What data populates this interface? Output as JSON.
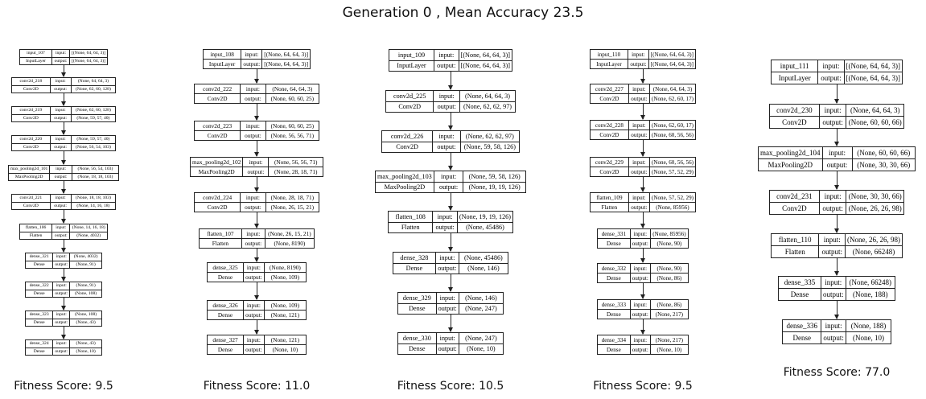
{
  "title": "Generation 0 , Mean Accuracy 23.5",
  "panels": [
    {
      "fitness": "Fitness Score: 9.5",
      "nodes": [
        {
          "name": "input_107",
          "type": "InputLayer",
          "input": "[(None, 64, 64, 3)]",
          "output": "[(None, 64, 64, 3)]"
        },
        {
          "name": "conv2d_218",
          "type": "Conv2D",
          "input": "(None, 64, 64, 3)",
          "output": "(None, 62, 60, 128)"
        },
        {
          "name": "conv2d_219",
          "type": "Conv2D",
          "input": "(None, 62, 60, 128)",
          "output": "(None, 59, 57, 40)"
        },
        {
          "name": "conv2d_220",
          "type": "Conv2D",
          "input": "(None, 59, 57, 40)",
          "output": "(None, 56, 54, 103)"
        },
        {
          "name": "max_pooling2d_101",
          "type": "MaxPooling2D",
          "input": "(None, 56, 54, 103)",
          "output": "(None, 18, 18, 103)"
        },
        {
          "name": "conv2d_221",
          "type": "Conv2D",
          "input": "(None, 18, 18, 103)",
          "output": "(None, 14, 16, 18)"
        },
        {
          "name": "flatten_106",
          "type": "Flatten",
          "input": "(None, 14, 16, 18)",
          "output": "(None, 4032)"
        },
        {
          "name": "dense_321",
          "type": "Dense",
          "input": "(None, 4032)",
          "output": "(None, 91)"
        },
        {
          "name": "dense_322",
          "type": "Dense",
          "input": "(None, 91)",
          "output": "(None, 108)"
        },
        {
          "name": "dense_323",
          "type": "Dense",
          "input": "(None, 108)",
          "output": "(None, 43)"
        },
        {
          "name": "dense_324",
          "type": "Dense",
          "input": "(None, 43)",
          "output": "(None, 10)"
        }
      ]
    },
    {
      "fitness": "Fitness Score: 11.0",
      "nodes": [
        {
          "name": "input_108",
          "type": "InputLayer",
          "input": "[(None, 64, 64, 3)]",
          "output": "[(None, 64, 64, 3)]"
        },
        {
          "name": "conv2d_222",
          "type": "Conv2D",
          "input": "(None, 64, 64, 3)",
          "output": "(None, 60, 60, 25)"
        },
        {
          "name": "conv2d_223",
          "type": "Conv2D",
          "input": "(None, 60, 60, 25)",
          "output": "(None, 56, 56, 71)"
        },
        {
          "name": "max_pooling2d_102",
          "type": "MaxPooling2D",
          "input": "(None, 56, 56, 71)",
          "output": "(None, 28, 18, 71)"
        },
        {
          "name": "conv2d_224",
          "type": "Conv2D",
          "input": "(None, 28, 18, 71)",
          "output": "(None, 26, 15, 21)"
        },
        {
          "name": "flatten_107",
          "type": "Flatten",
          "input": "(None, 26, 15, 21)",
          "output": "(None, 8190)"
        },
        {
          "name": "dense_325",
          "type": "Dense",
          "input": "(None, 8190)",
          "output": "(None, 109)"
        },
        {
          "name": "dense_326",
          "type": "Dense",
          "input": "(None, 109)",
          "output": "(None, 121)"
        },
        {
          "name": "dense_327",
          "type": "Dense",
          "input": "(None, 121)",
          "output": "(None, 10)"
        }
      ]
    },
    {
      "fitness": "Fitness Score: 10.5",
      "nodes": [
        {
          "name": "input_109",
          "type": "InputLayer",
          "input": "[(None, 64, 64, 3)]",
          "output": "[(None, 64, 64, 3)]"
        },
        {
          "name": "conv2d_225",
          "type": "Conv2D",
          "input": "(None, 64, 64, 3)",
          "output": "(None, 62, 62, 97)"
        },
        {
          "name": "conv2d_226",
          "type": "Conv2D",
          "input": "(None, 62, 62, 97)",
          "output": "(None, 59, 58, 126)"
        },
        {
          "name": "max_pooling2d_103",
          "type": "MaxPooling2D",
          "input": "(None, 59, 58, 126)",
          "output": "(None, 19, 19, 126)"
        },
        {
          "name": "flatten_108",
          "type": "Flatten",
          "input": "(None, 19, 19, 126)",
          "output": "(None, 45486)"
        },
        {
          "name": "dense_328",
          "type": "Dense",
          "input": "(None, 45486)",
          "output": "(None, 146)"
        },
        {
          "name": "dense_329",
          "type": "Dense",
          "input": "(None, 146)",
          "output": "(None, 247)"
        },
        {
          "name": "dense_330",
          "type": "Dense",
          "input": "(None, 247)",
          "output": "(None, 10)"
        }
      ]
    },
    {
      "fitness": "Fitness Score: 9.5",
      "nodes": [
        {
          "name": "input_110",
          "type": "InputLayer",
          "input": "[(None, 64, 64, 3)]",
          "output": "[(None, 64, 64, 3)]"
        },
        {
          "name": "conv2d_227",
          "type": "Conv2D",
          "input": "(None, 64, 64, 3)",
          "output": "(None, 62, 60, 17)"
        },
        {
          "name": "conv2d_228",
          "type": "Conv2D",
          "input": "(None, 62, 60, 17)",
          "output": "(None, 60, 56, 56)"
        },
        {
          "name": "conv2d_229",
          "type": "Conv2D",
          "input": "(None, 60, 56, 56)",
          "output": "(None, 57, 52, 29)"
        },
        {
          "name": "flatten_109",
          "type": "Flatten",
          "input": "(None, 57, 52, 29)",
          "output": "(None, 85956)"
        },
        {
          "name": "dense_331",
          "type": "Dense",
          "input": "(None, 85956)",
          "output": "(None, 90)"
        },
        {
          "name": "dense_332",
          "type": "Dense",
          "input": "(None, 90)",
          "output": "(None, 86)"
        },
        {
          "name": "dense_333",
          "type": "Dense",
          "input": "(None, 86)",
          "output": "(None, 217)"
        },
        {
          "name": "dense_334",
          "type": "Dense",
          "input": "(None, 217)",
          "output": "(None, 10)"
        }
      ]
    },
    {
      "fitness": "Fitness Score: 77.0",
      "nodes": [
        {
          "name": "input_111",
          "type": "InputLayer",
          "input": "[(None, 64, 64, 3)]",
          "output": "[(None, 64, 64, 3)]"
        },
        {
          "name": "conv2d_230",
          "type": "Conv2D",
          "input": "(None, 64, 64, 3)",
          "output": "(None, 60, 60, 66)"
        },
        {
          "name": "max_pooling2d_104",
          "type": "MaxPooling2D",
          "input": "(None, 60, 60, 66)",
          "output": "(None, 30, 30, 66)"
        },
        {
          "name": "conv2d_231",
          "type": "Conv2D",
          "input": "(None, 30, 30, 66)",
          "output": "(None, 26, 26, 98)"
        },
        {
          "name": "flatten_110",
          "type": "Flatten",
          "input": "(None, 26, 26, 98)",
          "output": "(None, 66248)"
        },
        {
          "name": "dense_335",
          "type": "Dense",
          "input": "(None, 66248)",
          "output": "(None, 188)"
        },
        {
          "name": "dense_336",
          "type": "Dense",
          "input": "(None, 188)",
          "output": "(None, 10)"
        }
      ]
    }
  ],
  "labels": {
    "input": "input:",
    "output": "output:"
  }
}
